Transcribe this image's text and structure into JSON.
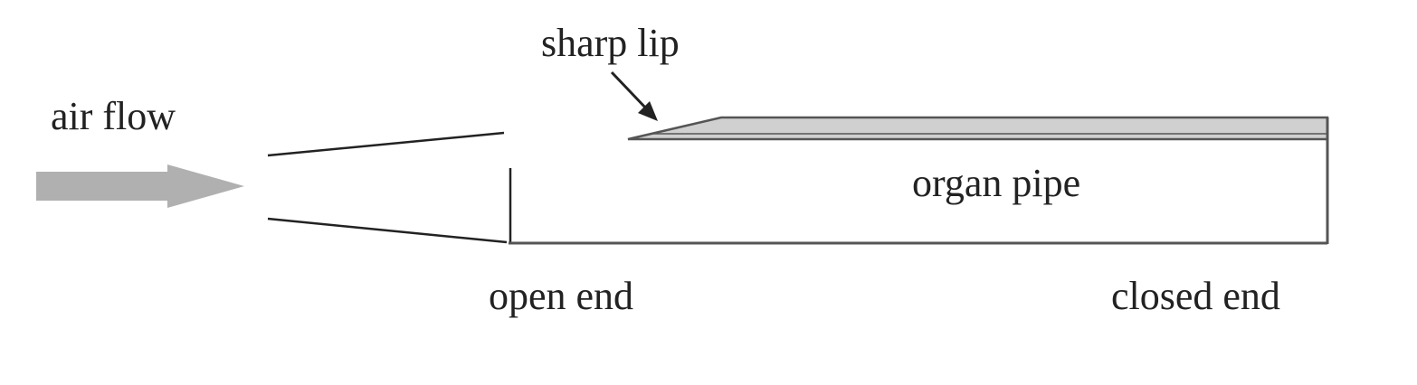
{
  "labels": {
    "air_flow": "air flow",
    "sharp_lip": "sharp lip",
    "organ_pipe": "organ pipe",
    "open_end": "open end",
    "closed_end": "closed end"
  },
  "colors": {
    "line": "#222222",
    "arrow_fill": "#b0b0b0",
    "pipe_wall_fill": "#d0d0d0",
    "pipe_outline": "#555555",
    "text": "#222222"
  }
}
